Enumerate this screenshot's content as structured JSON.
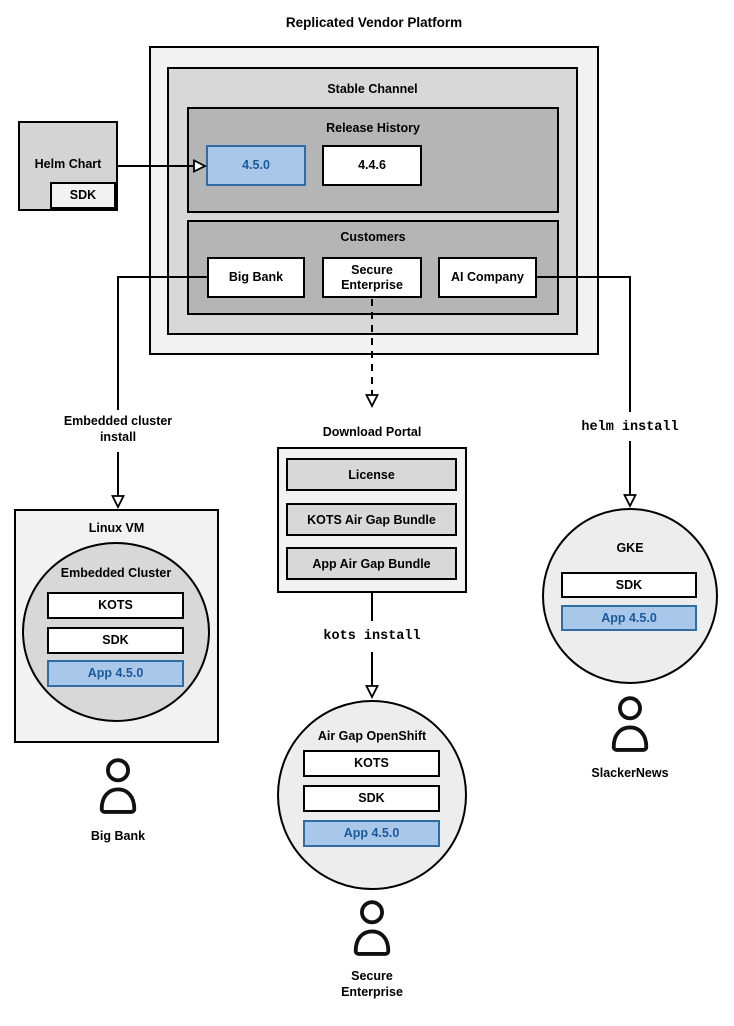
{
  "title": "Replicated Vendor Platform",
  "platform": {
    "channel_title": "Stable Channel",
    "release_history": {
      "title": "Release History",
      "releases": [
        {
          "version": "4.5.0",
          "highlighted": true
        },
        {
          "version": "4.4.6",
          "highlighted": false
        }
      ]
    },
    "customers": {
      "title": "Customers",
      "items": [
        "Big Bank",
        "Secure Enterprise",
        "AI Company"
      ]
    }
  },
  "helm_chart": {
    "label": "Helm Chart",
    "sdk_label": "SDK"
  },
  "download_portal": {
    "title": "Download Portal",
    "items": [
      "License",
      "KOTS Air Gap Bundle",
      "App Air Gap Bundle"
    ]
  },
  "flows": {
    "embedded_install_label": "Embedded cluster install",
    "kots_install_label": "kots install",
    "helm_install_label": "helm install"
  },
  "linux_vm": {
    "title": "Linux VM",
    "embedded_cluster": {
      "title": "Embedded Cluster",
      "components": [
        "KOTS",
        "SDK",
        "App 4.5.0"
      ]
    },
    "user_label": "Big Bank"
  },
  "airgap_openshift": {
    "title": "Air Gap OpenShift",
    "components": [
      "KOTS",
      "SDK",
      "App 4.5.0"
    ],
    "user_label": "Secure Enterprise"
  },
  "gke": {
    "title": "GKE",
    "components": [
      "SDK",
      "App 4.5.0"
    ],
    "user_label": "SlackerNews"
  },
  "colors": {
    "highlight_fill": "#a9c7e8",
    "highlight_border": "#2e6da4",
    "highlight_text": "#19599b",
    "box_lightest": "#f2f2f2",
    "box_light": "#d8d8d8",
    "box_mid": "#b5b5b5",
    "line": "#000000"
  }
}
